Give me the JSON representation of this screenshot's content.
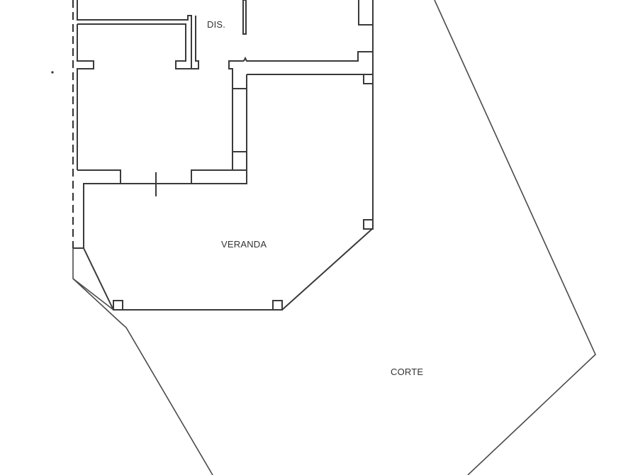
{
  "plan": {
    "rooms": [
      {
        "id": "dis",
        "label": "DIS."
      },
      {
        "id": "veranda",
        "label": "VERANDA"
      },
      {
        "id": "corte",
        "label": "CORTE"
      }
    ],
    "colors": {
      "background": "#ffffff",
      "line": "#3a3a3a",
      "text": "#333333"
    }
  }
}
